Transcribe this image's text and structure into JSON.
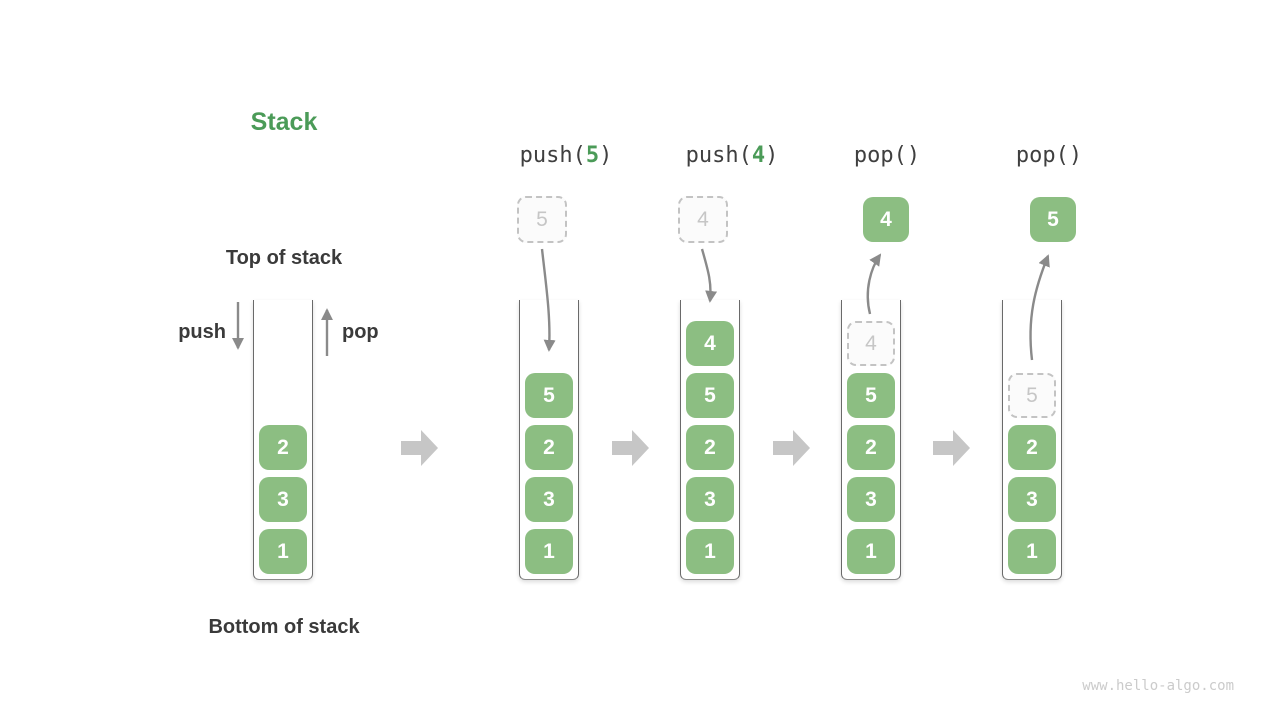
{
  "page": {
    "title": "Stack",
    "watermark": "www.hello-algo.com"
  },
  "labels": {
    "top_of_stack": "Top of stack",
    "bottom_of_stack": "Bottom of stack",
    "push": "push",
    "pop": "pop"
  },
  "colors": {
    "accent_green": "#4b9b58",
    "box_green": "#8cbe82",
    "box_text": "#ffffff",
    "dark_text": "#3a3a3a",
    "flow_arrow_gray": "#8a8a8a",
    "step_arrow_gray": "#c6c6c6",
    "ghost_border": "#c3c3c3",
    "ghost_text": "#c6c6c6"
  },
  "columns": [
    {
      "name": "initial-stack",
      "stack": [
        "2",
        "3",
        "1"
      ]
    },
    {
      "name": "after-push-5",
      "op": {
        "pre": "push(",
        "arg": "5",
        "post": ")"
      },
      "floating": {
        "value": "5",
        "style": "dashed"
      },
      "stack": [
        "5",
        "2",
        "3",
        "1"
      ]
    },
    {
      "name": "after-push-4",
      "op": {
        "pre": "push(",
        "arg": "4",
        "post": ")"
      },
      "floating": {
        "value": "4",
        "style": "dashed"
      },
      "stack": [
        "4",
        "5",
        "2",
        "3",
        "1"
      ]
    },
    {
      "name": "after-pop-4",
      "op": {
        "pre": "pop()",
        "arg": "",
        "post": ""
      },
      "floating": {
        "value": "4",
        "style": "solid"
      },
      "ghost": "4",
      "stack": [
        "5",
        "2",
        "3",
        "1"
      ]
    },
    {
      "name": "after-pop-5",
      "op": {
        "pre": "pop()",
        "arg": "",
        "post": ""
      },
      "floating": {
        "value": "5",
        "style": "solid"
      },
      "ghost": "5",
      "stack": [
        "2",
        "3",
        "1"
      ]
    }
  ]
}
